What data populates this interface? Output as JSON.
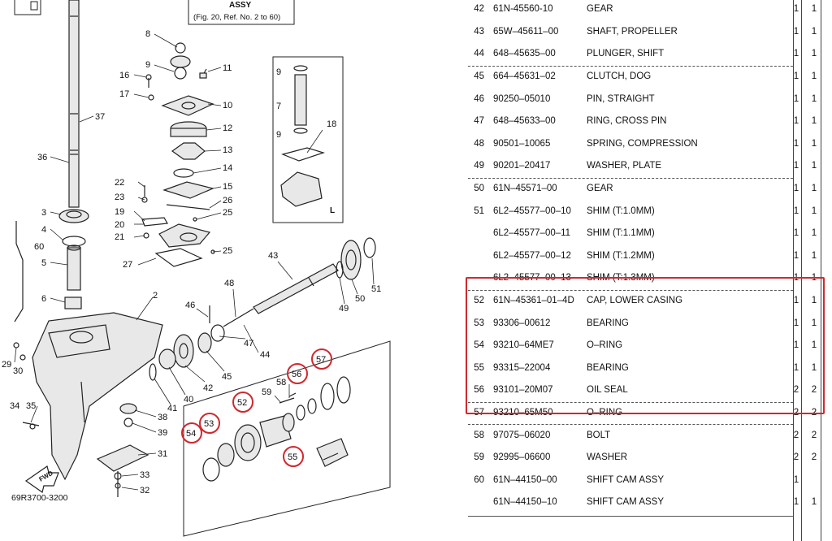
{
  "diagram": {
    "header_title": "ASSY",
    "header_ref": "(Fig. 20, Ref. No. 2 to 60)",
    "inset_label": "L",
    "drawing_code": "69R3700-3200",
    "fwd_label": "FWD",
    "callouts": [
      {
        "id": "8",
        "label": "8"
      },
      {
        "id": "9a",
        "label": "9"
      },
      {
        "id": "11",
        "label": "11"
      },
      {
        "id": "16",
        "label": "16"
      },
      {
        "id": "17",
        "label": "17"
      },
      {
        "id": "10",
        "label": "10"
      },
      {
        "id": "12",
        "label": "12"
      },
      {
        "id": "13",
        "label": "13"
      },
      {
        "id": "14",
        "label": "14"
      },
      {
        "id": "22",
        "label": "22"
      },
      {
        "id": "23",
        "label": "23"
      },
      {
        "id": "15",
        "label": "15"
      },
      {
        "id": "26",
        "label": "26"
      },
      {
        "id": "19",
        "label": "19"
      },
      {
        "id": "20",
        "label": "20"
      },
      {
        "id": "25a",
        "label": "25"
      },
      {
        "id": "21",
        "label": "21"
      },
      {
        "id": "25b",
        "label": "25"
      },
      {
        "id": "27",
        "label": "27"
      },
      {
        "id": "37",
        "label": "37"
      },
      {
        "id": "36",
        "label": "36"
      },
      {
        "id": "3",
        "label": "3"
      },
      {
        "id": "4",
        "label": "4"
      },
      {
        "id": "60",
        "label": "60"
      },
      {
        "id": "5",
        "label": "5"
      },
      {
        "id": "6",
        "label": "6"
      },
      {
        "id": "2",
        "label": "2"
      },
      {
        "id": "29",
        "label": "29"
      },
      {
        "id": "30",
        "label": "30"
      },
      {
        "id": "34",
        "label": "34"
      },
      {
        "id": "35",
        "label": "35"
      },
      {
        "id": "38",
        "label": "38"
      },
      {
        "id": "39",
        "label": "39"
      },
      {
        "id": "31",
        "label": "31"
      },
      {
        "id": "33",
        "label": "33"
      },
      {
        "id": "32",
        "label": "32"
      },
      {
        "id": "41",
        "label": "41"
      },
      {
        "id": "40",
        "label": "40"
      },
      {
        "id": "42",
        "label": "42"
      },
      {
        "id": "45",
        "label": "45"
      },
      {
        "id": "46",
        "label": "46"
      },
      {
        "id": "47",
        "label": "47"
      },
      {
        "id": "48",
        "label": "48"
      },
      {
        "id": "44",
        "label": "44"
      },
      {
        "id": "43",
        "label": "43"
      },
      {
        "id": "49",
        "label": "49"
      },
      {
        "id": "50",
        "label": "50"
      },
      {
        "id": "51",
        "label": "51"
      },
      {
        "id": "58",
        "label": "58"
      },
      {
        "id": "59",
        "label": "59"
      },
      {
        "id": "9b",
        "label": "9"
      },
      {
        "id": "7",
        "label": "7"
      },
      {
        "id": "9c",
        "label": "9"
      },
      {
        "id": "18",
        "label": "18"
      }
    ],
    "highlighted_callouts": [
      {
        "id": "52",
        "label": "52"
      },
      {
        "id": "53",
        "label": "53"
      },
      {
        "id": "54",
        "label": "54"
      },
      {
        "id": "55",
        "label": "55"
      },
      {
        "id": "56",
        "label": "56"
      },
      {
        "id": "57",
        "label": "57"
      }
    ]
  },
  "parts_table": {
    "top_partial_row": {
      "no": "42",
      "part_no": "61N-45560-10",
      "desc": "GEAR",
      "q1": "1",
      "q2": "1"
    },
    "rows": [
      {
        "no": "43",
        "part_no": "65W–45611–00",
        "desc": "SHAFT, PROPELLER",
        "q1": "1",
        "q2": "1"
      },
      {
        "no": "44",
        "part_no": "648–45635–00",
        "desc": "PLUNGER, SHIFT",
        "q1": "1",
        "q2": "1"
      },
      {
        "no": "45",
        "part_no": "664–45631–02",
        "desc": "CLUTCH, DOG",
        "q1": "1",
        "q2": "1"
      },
      {
        "no": "46",
        "part_no": "90250–05010",
        "desc": "PIN, STRAIGHT",
        "q1": "1",
        "q2": "1"
      },
      {
        "no": "47",
        "part_no": "648–45633–00",
        "desc": "RING, CROSS PIN",
        "q1": "1",
        "q2": "1"
      },
      {
        "no": "48",
        "part_no": "90501–10065",
        "desc": "SPRING, COMPRESSION",
        "q1": "1",
        "q2": "1"
      },
      {
        "no": "49",
        "part_no": "90201–20417",
        "desc": "WASHER, PLATE",
        "q1": "1",
        "q2": "1"
      },
      {
        "no": "50",
        "part_no": "61N–45571–00",
        "desc": "GEAR",
        "q1": "1",
        "q2": "1"
      },
      {
        "no": "51",
        "part_no": "6L2–45577–00–10",
        "desc": "SHIM (T:1.0MM)",
        "q1": "1",
        "q2": "1"
      },
      {
        "no": "",
        "part_no": "6L2–45577–00–11",
        "desc": "SHIM (T:1.1MM)",
        "q1": "1",
        "q2": "1"
      },
      {
        "no": "",
        "part_no": "6L2–45577–00–12",
        "desc": "SHIM (T:1.2MM)",
        "q1": "1",
        "q2": "1"
      },
      {
        "no": "",
        "part_no": "6L2–45577–00–13",
        "desc": "SHIM (T:1.3MM)",
        "q1": "1",
        "q2": "1"
      },
      {
        "no": "52",
        "part_no": "61N–45361–01–4D",
        "desc": "CAP, LOWER CASING",
        "q1": "1",
        "q2": "1"
      },
      {
        "no": "53",
        "part_no": "93306–00612",
        "desc": "BEARING",
        "q1": "1",
        "q2": "1"
      },
      {
        "no": "54",
        "part_no": "93210–64ME7",
        "desc": "O–RING",
        "q1": "1",
        "q2": "1"
      },
      {
        "no": "55",
        "part_no": "93315–22004",
        "desc": "BEARING",
        "q1": "1",
        "q2": "1"
      },
      {
        "no": "56",
        "part_no": "93101–20M07",
        "desc": "OIL SEAL",
        "q1": "2",
        "q2": "2"
      },
      {
        "no": "57",
        "part_no": "93210–65M50",
        "desc": "O–RING",
        "q1": "2",
        "q2": "2"
      },
      {
        "no": "58",
        "part_no": "97075–06020",
        "desc": "BOLT",
        "q1": "2",
        "q2": "2"
      },
      {
        "no": "59",
        "part_no": "92995–06600",
        "desc": "WASHER",
        "q1": "2",
        "q2": "2"
      },
      {
        "no": "60",
        "part_no": "61N–44150–00",
        "desc": "SHIFT CAM ASSY",
        "q1": "1",
        "q2": ""
      },
      {
        "no": "",
        "part_no": "61N–44150–10",
        "desc": "SHIFT CAM ASSY",
        "q1": "1",
        "q2": "1"
      }
    ],
    "highlight_color": "#d0282e"
  }
}
